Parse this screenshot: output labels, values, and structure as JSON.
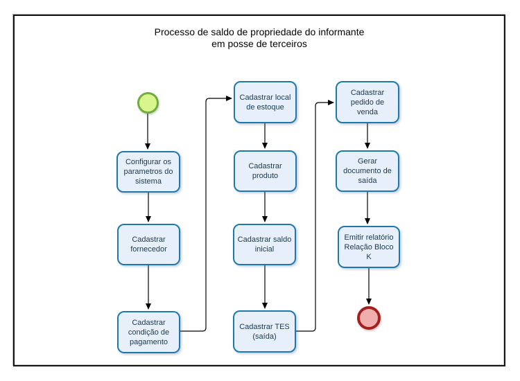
{
  "title": "Processo de saldo de propriedade do informante\nem posse de terceiros",
  "nodes": {
    "config": {
      "label": "Configurar os\nparametros do\nsistema"
    },
    "fornecedor": {
      "label": "Cadastrar\nfornecedor"
    },
    "condicao": {
      "label": "Cadastrar\ncondição de\npagamento"
    },
    "estoque": {
      "label": "Cadastrar local\nde estoque"
    },
    "produto": {
      "label": "Cadastrar\nproduto"
    },
    "saldo": {
      "label": "Cadastrar saldo\ninicial"
    },
    "tes": {
      "label": "Cadastrar TES\n(saída)"
    },
    "pedido": {
      "label": "Cadastrar\npedido de\nvenda"
    },
    "gerar": {
      "label": "Gerar\ndocumento de\nsaída"
    },
    "emitir": {
      "label": "Emitir relatório\nRelação Bloco\nK"
    }
  },
  "events": {
    "start": {
      "type": "start-event",
      "shape": "circle"
    },
    "end": {
      "type": "end-event",
      "shape": "circle"
    }
  },
  "edges": [
    {
      "from": "start",
      "to": "config"
    },
    {
      "from": "config",
      "to": "fornecedor"
    },
    {
      "from": "fornecedor",
      "to": "condicao"
    },
    {
      "from": "condicao",
      "to": "estoque"
    },
    {
      "from": "estoque",
      "to": "produto"
    },
    {
      "from": "produto",
      "to": "saldo"
    },
    {
      "from": "saldo",
      "to": "tes"
    },
    {
      "from": "tes",
      "to": "pedido"
    },
    {
      "from": "pedido",
      "to": "gerar"
    },
    {
      "from": "gerar",
      "to": "emitir"
    },
    {
      "from": "emitir",
      "to": "end"
    }
  ],
  "colors": {
    "node_fill": "#e7effb",
    "node_border": "#1e78ae",
    "node_text": "#1a3850",
    "start_fill": "#d9f68d",
    "start_border": "#72ab40",
    "end_fill": "#efb0ad",
    "end_border": "#a32020",
    "connector": "#000000",
    "frame_border": "#141414"
  }
}
